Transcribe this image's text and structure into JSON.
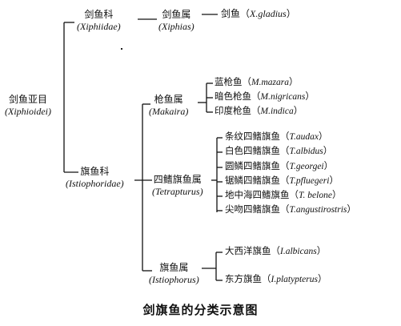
{
  "suborder": {
    "cn": "剑鱼亚目",
    "sci": "Xiphioidei"
  },
  "families": [
    {
      "cn": "剑鱼科",
      "sci": "Xiphiidae",
      "genera": [
        {
          "cn": "剑鱼属",
          "sci": "Xiphias",
          "species": [
            {
              "cn": "剑鱼",
              "sci": "X.gladius"
            }
          ]
        }
      ]
    },
    {
      "cn": "旗鱼科",
      "sci": "Istiophoridae",
      "genera": [
        {
          "cn": "枪鱼属",
          "sci": "Makaira",
          "species": [
            {
              "cn": "蓝枪鱼",
              "sci": "M.mazara"
            },
            {
              "cn": "暗色枪鱼",
              "sci": "M.nigricans"
            },
            {
              "cn": "印度枪鱼",
              "sci": "M.indica"
            }
          ]
        },
        {
          "cn": "四鳍旗鱼属",
          "sci": "Tetrapturus",
          "species": [
            {
              "cn": "条纹四鳍旗鱼",
              "sci": "T.audax"
            },
            {
              "cn": "白色四鳍旗鱼",
              "sci": "T.albidus"
            },
            {
              "cn": "圆鳞四鳍旗鱼",
              "sci": "T.georgei"
            },
            {
              "cn": "锯鳞四鳍旗鱼",
              "sci": "T.pfluegeri"
            },
            {
              "cn": "地中海四鳍旗鱼",
              "sci": "T. belone"
            },
            {
              "cn": "尖吻四鳍旗鱼",
              "sci": "T.angustirostris"
            }
          ]
        },
        {
          "cn": "旗鱼属",
          "sci": "Istiophorus",
          "species": [
            {
              "cn": "大西洋旗鱼",
              "sci": "I.albicans"
            },
            {
              "cn": "东方旗鱼",
              "sci": "I.platypterus"
            }
          ]
        }
      ]
    }
  ],
  "caption": "剑旗鱼的分类示意图"
}
